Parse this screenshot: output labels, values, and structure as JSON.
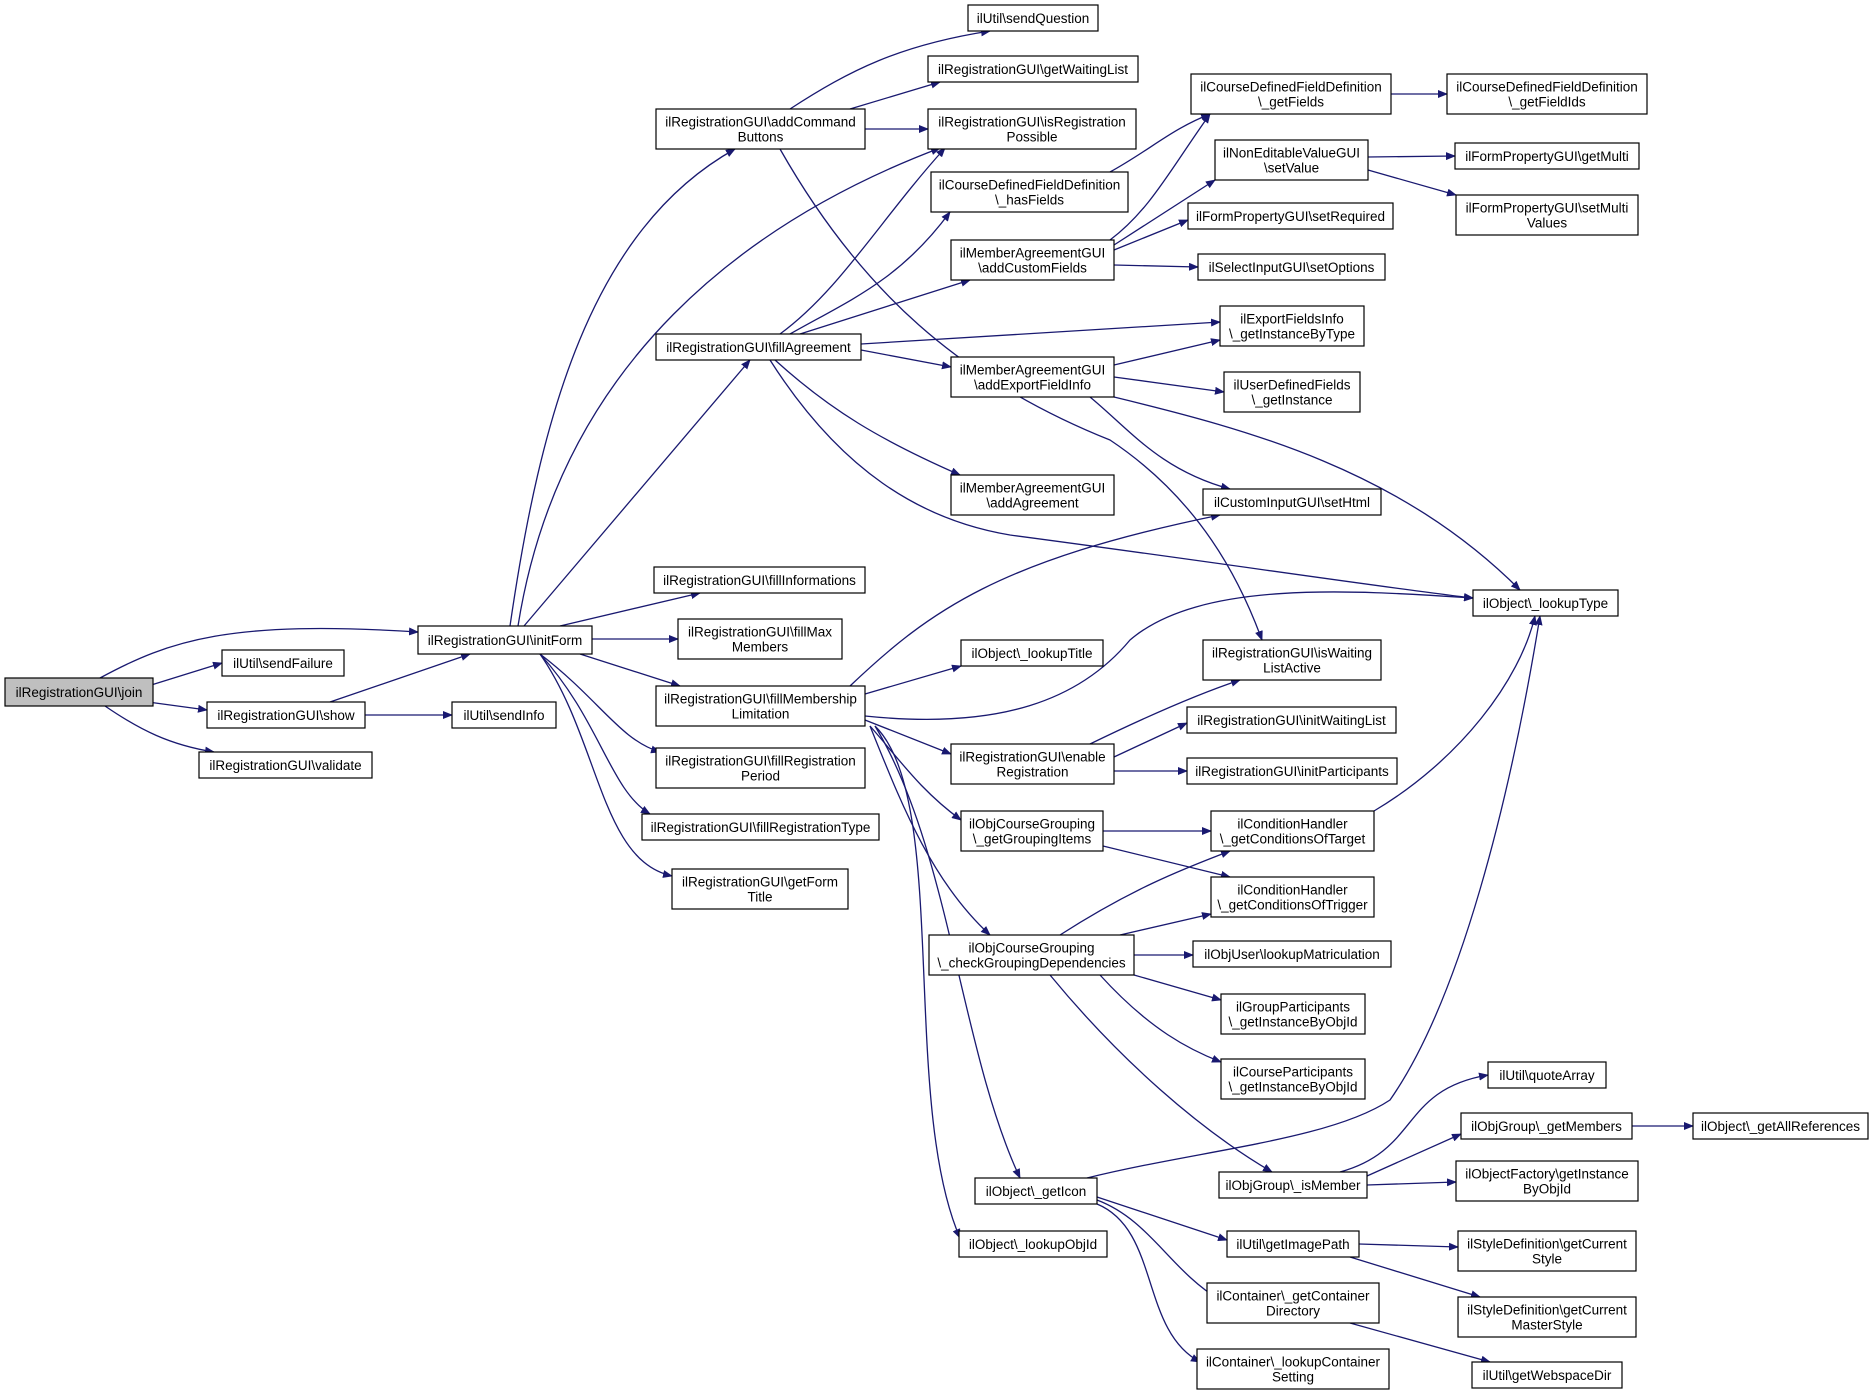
{
  "colors": {
    "edge": "#191970",
    "node_border": "#000000",
    "node_fill": "#ffffff",
    "root_fill": "#bfbfbf"
  },
  "nodes": [
    {
      "id": "join",
      "lines": [
        "ilRegistrationGUI\\join"
      ],
      "root": true
    },
    {
      "id": "initForm",
      "lines": [
        "ilRegistrationGUI\\initForm"
      ]
    },
    {
      "id": "sendFailure",
      "lines": [
        "ilUtil\\sendFailure"
      ]
    },
    {
      "id": "show",
      "lines": [
        "ilRegistrationGUI\\show"
      ]
    },
    {
      "id": "validate",
      "lines": [
        "ilRegistrationGUI\\validate"
      ]
    },
    {
      "id": "sendInfo",
      "lines": [
        "ilUtil\\sendInfo"
      ]
    },
    {
      "id": "addCommandButtons",
      "lines": [
        "ilRegistrationGUI\\addCommand",
        "Buttons"
      ]
    },
    {
      "id": "fillAgreement",
      "lines": [
        "ilRegistrationGUI\\fillAgreement"
      ]
    },
    {
      "id": "fillInformations",
      "lines": [
        "ilRegistrationGUI\\fillInformations"
      ]
    },
    {
      "id": "fillMaxMembers",
      "lines": [
        "ilRegistrationGUI\\fillMax",
        "Members"
      ]
    },
    {
      "id": "fillMembershipLimitation",
      "lines": [
        "ilRegistrationGUI\\fillMembership",
        "Limitation"
      ]
    },
    {
      "id": "fillRegistrationPeriod",
      "lines": [
        "ilRegistrationGUI\\fillRegistration",
        "Period"
      ]
    },
    {
      "id": "fillRegistrationType",
      "lines": [
        "ilRegistrationGUI\\fillRegistrationType"
      ]
    },
    {
      "id": "getFormTitle",
      "lines": [
        "ilRegistrationGUI\\getForm",
        "Title"
      ]
    },
    {
      "id": "sendQuestion",
      "lines": [
        "ilUtil\\sendQuestion"
      ]
    },
    {
      "id": "getWaitingList",
      "lines": [
        "ilRegistrationGUI\\getWaitingList"
      ]
    },
    {
      "id": "isRegistrationPossible",
      "lines": [
        "ilRegistrationGUI\\isRegistration",
        "Possible"
      ]
    },
    {
      "id": "cdfHasFields",
      "lines": [
        "ilCourseDefinedFieldDefinition",
        "\\_hasFields"
      ]
    },
    {
      "id": "addCustomFields",
      "lines": [
        "ilMemberAgreementGUI",
        "\\addCustomFields"
      ]
    },
    {
      "id": "addExportFieldInfo",
      "lines": [
        "ilMemberAgreementGUI",
        "\\addExportFieldInfo"
      ]
    },
    {
      "id": "addAgreement",
      "lines": [
        "ilMemberAgreementGUI",
        "\\addAgreement"
      ]
    },
    {
      "id": "lookupTitle",
      "lines": [
        "ilObject\\_lookupTitle"
      ]
    },
    {
      "id": "enableRegistration",
      "lines": [
        "ilRegistrationGUI\\enable",
        "Registration"
      ]
    },
    {
      "id": "getGroupingItems",
      "lines": [
        "ilObjCourseGrouping",
        "\\_getGroupingItems"
      ]
    },
    {
      "id": "checkGroupingDependencies",
      "lines": [
        "ilObjCourseGrouping",
        "\\_checkGroupingDependencies"
      ]
    },
    {
      "id": "getIcon",
      "lines": [
        "ilObject\\_getIcon"
      ]
    },
    {
      "id": "lookupObjId",
      "lines": [
        "ilObject\\_lookupObjId"
      ]
    },
    {
      "id": "cdfGetFields",
      "lines": [
        "ilCourseDefinedFieldDefinition",
        "\\_getFields"
      ]
    },
    {
      "id": "nonEditableSetValue",
      "lines": [
        "ilNonEditableValueGUI",
        "\\setValue"
      ]
    },
    {
      "id": "setRequired",
      "lines": [
        "ilFormPropertyGUI\\setRequired"
      ]
    },
    {
      "id": "setOptions",
      "lines": [
        "ilSelectInputGUI\\setOptions"
      ]
    },
    {
      "id": "exportGetInstanceByType",
      "lines": [
        "ilExportFieldsInfo",
        "\\_getInstanceByType"
      ]
    },
    {
      "id": "udfGetInstance",
      "lines": [
        "ilUserDefinedFields",
        "\\_getInstance"
      ]
    },
    {
      "id": "setHtml",
      "lines": [
        "ilCustomInputGUI\\setHtml"
      ]
    },
    {
      "id": "isWaitingListActive",
      "lines": [
        "ilRegistrationGUI\\isWaiting",
        "ListActive"
      ]
    },
    {
      "id": "initWaitingList",
      "lines": [
        "ilRegistrationGUI\\initWaitingList"
      ]
    },
    {
      "id": "initParticipants",
      "lines": [
        "ilRegistrationGUI\\initParticipants"
      ]
    },
    {
      "id": "getConditionsOfTarget",
      "lines": [
        "ilConditionHandler",
        "\\_getConditionsOfTarget"
      ]
    },
    {
      "id": "getConditionsOfTrigger",
      "lines": [
        "ilConditionHandler",
        "\\_getConditionsOfTrigger"
      ]
    },
    {
      "id": "lookupMatriculation",
      "lines": [
        "ilObjUser\\lookupMatriculation"
      ]
    },
    {
      "id": "groupParticipants",
      "lines": [
        "ilGroupParticipants",
        "\\_getInstanceByObjId"
      ]
    },
    {
      "id": "courseParticipants",
      "lines": [
        "ilCourseParticipants",
        "\\_getInstanceByObjId"
      ]
    },
    {
      "id": "isMember",
      "lines": [
        "ilObjGroup\\_isMember"
      ]
    },
    {
      "id": "getImagePath",
      "lines": [
        "ilUtil\\getImagePath"
      ]
    },
    {
      "id": "getContainerDirectory",
      "lines": [
        "ilContainer\\_getContainer",
        "Directory"
      ]
    },
    {
      "id": "lookupContainerSetting",
      "lines": [
        "ilContainer\\_lookupContainer",
        "Setting"
      ]
    },
    {
      "id": "cdfGetFieldIds",
      "lines": [
        "ilCourseDefinedFieldDefinition",
        "\\_getFieldIds"
      ]
    },
    {
      "id": "getMulti",
      "lines": [
        "ilFormPropertyGUI\\getMulti"
      ]
    },
    {
      "id": "setMultiValues",
      "lines": [
        "ilFormPropertyGUI\\setMulti",
        "Values"
      ]
    },
    {
      "id": "lookupType",
      "lines": [
        "ilObject\\_lookupType"
      ]
    },
    {
      "id": "quoteArray",
      "lines": [
        "ilUtil\\quoteArray"
      ]
    },
    {
      "id": "getMembers",
      "lines": [
        "ilObjGroup\\_getMembers"
      ]
    },
    {
      "id": "factoryGetInstanceByObjId",
      "lines": [
        "ilObjectFactory\\getInstance",
        "ByObjId"
      ]
    },
    {
      "id": "getAllReferences",
      "lines": [
        "ilObject\\_getAllReferences"
      ]
    },
    {
      "id": "getCurrentStyle",
      "lines": [
        "ilStyleDefinition\\getCurrent",
        "Style"
      ]
    },
    {
      "id": "getCurrentMasterStyle",
      "lines": [
        "ilStyleDefinition\\getCurrent",
        "MasterStyle"
      ]
    },
    {
      "id": "getWebspaceDir",
      "lines": [
        "ilUtil\\getWebspaceDir"
      ]
    }
  ]
}
